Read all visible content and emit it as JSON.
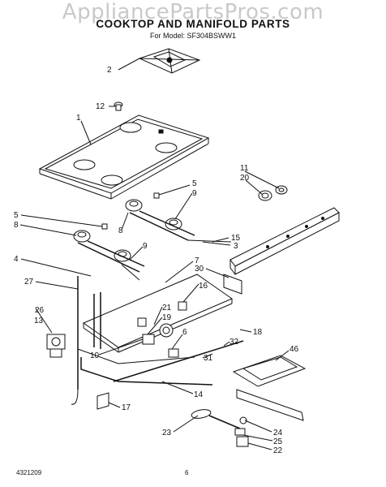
{
  "watermark": "AppliancePartsPros.com",
  "title": "COOKTOP AND MANIFOLD PARTS",
  "subtitle": "For Model: SF304BSWW1",
  "footer": {
    "code": "4321209",
    "page": "6"
  },
  "callouts": [
    {
      "id": "c2",
      "text": "2"
    },
    {
      "id": "c12",
      "text": "12"
    },
    {
      "id": "c1",
      "text": "1"
    },
    {
      "id": "c11",
      "text": "11"
    },
    {
      "id": "c20",
      "text": "20"
    },
    {
      "id": "c5a",
      "text": "5"
    },
    {
      "id": "c9a",
      "text": "9"
    },
    {
      "id": "c5b",
      "text": "5"
    },
    {
      "id": "c8a",
      "text": "8"
    },
    {
      "id": "c8b",
      "text": "8"
    },
    {
      "id": "c15",
      "text": "15"
    },
    {
      "id": "c3",
      "text": "3"
    },
    {
      "id": "c9b",
      "text": "9"
    },
    {
      "id": "c4",
      "text": "4"
    },
    {
      "id": "c7",
      "text": "7"
    },
    {
      "id": "c30",
      "text": "30"
    },
    {
      "id": "c27",
      "text": "27"
    },
    {
      "id": "c16",
      "text": "16"
    },
    {
      "id": "c26",
      "text": "26"
    },
    {
      "id": "c13",
      "text": "13"
    },
    {
      "id": "c21",
      "text": "21"
    },
    {
      "id": "c19",
      "text": "19"
    },
    {
      "id": "c6",
      "text": "6"
    },
    {
      "id": "c32",
      "text": "32"
    },
    {
      "id": "c18",
      "text": "18"
    },
    {
      "id": "c10",
      "text": "10"
    },
    {
      "id": "c31",
      "text": "31"
    },
    {
      "id": "c46",
      "text": "46"
    },
    {
      "id": "c14",
      "text": "14"
    },
    {
      "id": "c17",
      "text": "17"
    },
    {
      "id": "c23",
      "text": "23"
    },
    {
      "id": "c24",
      "text": "24"
    },
    {
      "id": "c25",
      "text": "25"
    },
    {
      "id": "c22",
      "text": "22"
    }
  ]
}
